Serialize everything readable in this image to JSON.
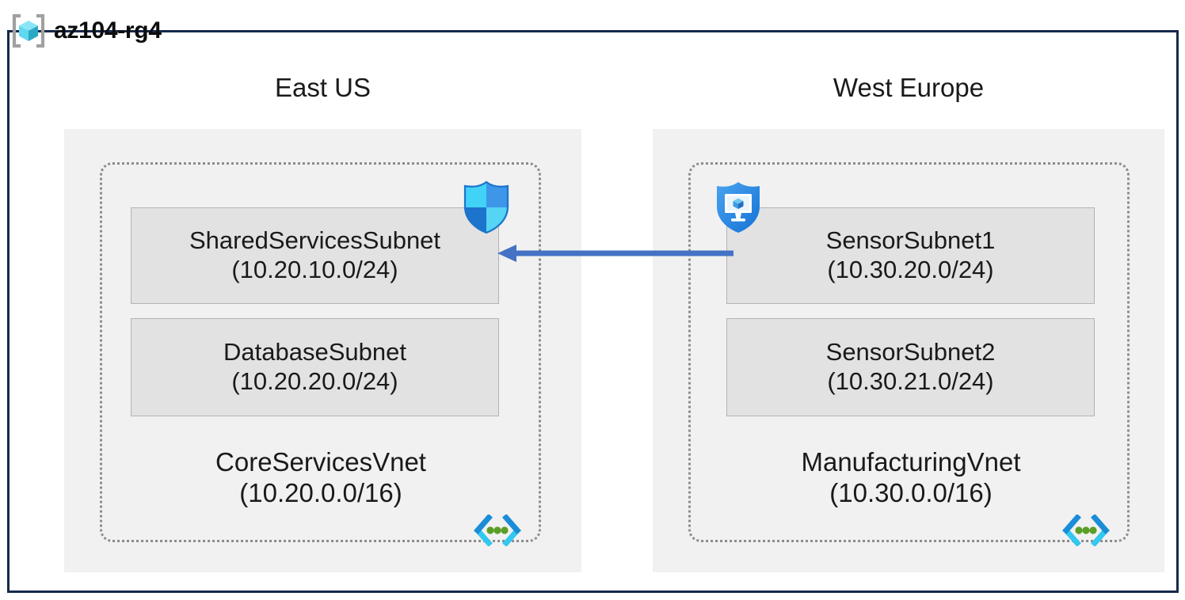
{
  "resource_group": {
    "name": "az104-rg4",
    "icon": "resource-group-cube-icon",
    "border_color": "#16294b"
  },
  "regions": [
    {
      "id": "east",
      "label": "East US"
    },
    {
      "id": "west",
      "label": "West Europe"
    }
  ],
  "vnets": [
    {
      "id": "core",
      "region": "east",
      "name": "CoreServicesVnet",
      "cidr": "(10.20.0.0/16)",
      "icon": "virtual-network-icon",
      "subnets": [
        {
          "name": "SharedServicesSubnet",
          "cidr": "(10.20.10.0/24)",
          "icon": "network-security-group-shield-icon"
        },
        {
          "name": "DatabaseSubnet",
          "cidr": "(10.20.20.0/24)",
          "icon": null
        }
      ]
    },
    {
      "id": "manufacturing",
      "region": "west",
      "name": "ManufacturingVnet",
      "cidr": "(10.30.0.0/16)",
      "icon": "virtual-network-icon",
      "subnets": [
        {
          "name": "SensorSubnet1",
          "cidr": "(10.30.20.0/24)",
          "icon": "bastion-shield-monitor-icon"
        },
        {
          "name": "SensorSubnet2",
          "cidr": "(10.30.21.0/24)",
          "icon": null
        }
      ]
    }
  ],
  "connection": {
    "id": "peering-arrow",
    "icon": "arrow-left-icon",
    "direction": "right-to-left",
    "from": "SensorSubnet1",
    "to": "SharedServicesSubnet",
    "color": "#4472c4",
    "label": ""
  },
  "colors": {
    "frame_border": "#16294b",
    "region_fill": "#f1f1f1",
    "vnet_border": "#8c8c8c",
    "subnet_fill": "#e2e2e2",
    "subnet_border": "#b3b3b3",
    "arrow": "#4472c4",
    "vnet_icon_cyan": "#32c8f0",
    "vnet_icon_blue": "#1a8cd8",
    "vnet_icon_green": "#5a9e28",
    "nsg_shield_light": "#41d2f7",
    "nsg_shield_dark": "#1d74cc",
    "bastion_shield": "#2d8ee0",
    "rg_cube_light": "#8ae5f7",
    "rg_cube_dark": "#2aa8c4",
    "rg_bracket": "#a0a0a0",
    "text": "#1a1a1a"
  }
}
